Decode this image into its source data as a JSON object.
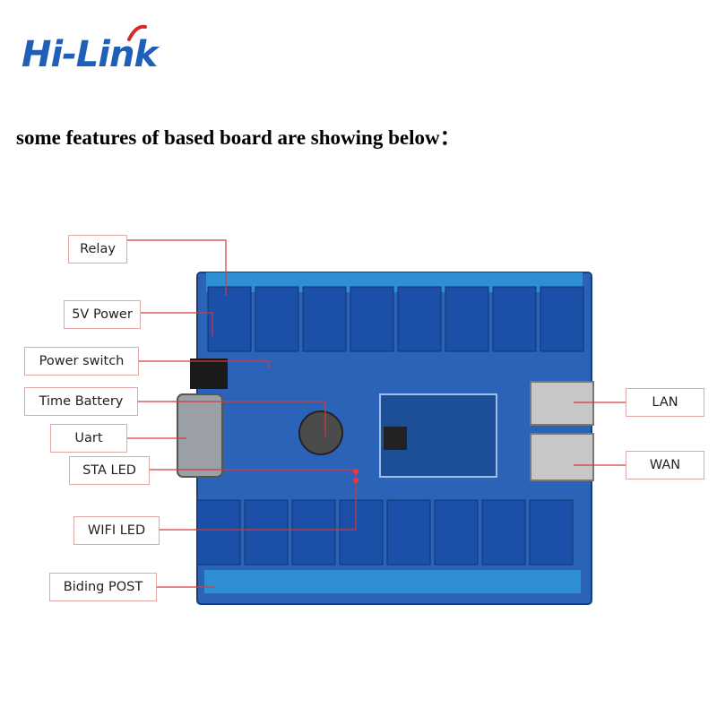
{
  "brand": {
    "logo_text": "Hi-Link",
    "logo_color": "#1f5fb8",
    "logo_accent": "#d42a2a"
  },
  "headline": "some features of based board are showing below：",
  "callouts": {
    "relay": "Relay",
    "power_5v": "5V Power",
    "power_switch": "Power switch",
    "time_battery": "Time Battery",
    "uart": "Uart",
    "sta_led": "STA LED",
    "wifi_led": "WIFI LED",
    "biding_post": "Biding POST",
    "lan": "LAN",
    "wan": "WAN"
  },
  "colors": {
    "board": "#2a63b8",
    "board_dark": "#1d4f98",
    "relay": "#1b4fa8",
    "terminal": "#2f8fd3",
    "leader_line": "#d33a3a",
    "callout_border": "#e1a8a8"
  }
}
